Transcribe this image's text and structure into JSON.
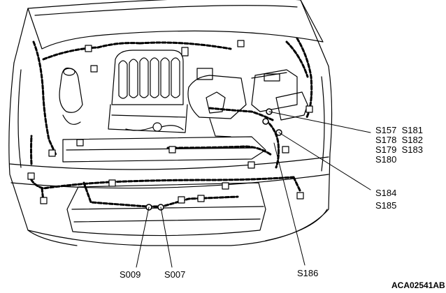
{
  "labels": {
    "splice_row1": "S157  S181",
    "splice_row2": "S178  S182",
    "splice_row3": "S179  S183",
    "splice_row4": "S180",
    "s184": "S184",
    "s185": "S185",
    "s186": "S186",
    "s009": "S009",
    "s007": "S007"
  },
  "figure_id": "ACA02541AB",
  "colors": {
    "line": "#000000",
    "background": "#ffffff"
  }
}
